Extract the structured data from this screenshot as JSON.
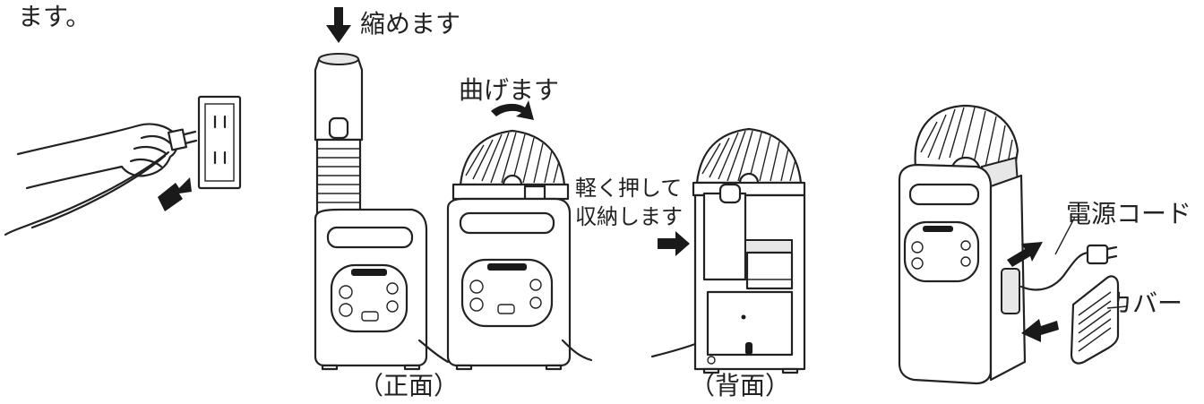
{
  "intro_text": "ます。",
  "labels": {
    "shrink": "縮めます",
    "bend": "曲げます",
    "press_line1": "軽く押して",
    "press_line2": "収納します",
    "power_cord": "電源コード",
    "cover": "カバー",
    "front": "（正面）",
    "back": "（背面）"
  }
}
